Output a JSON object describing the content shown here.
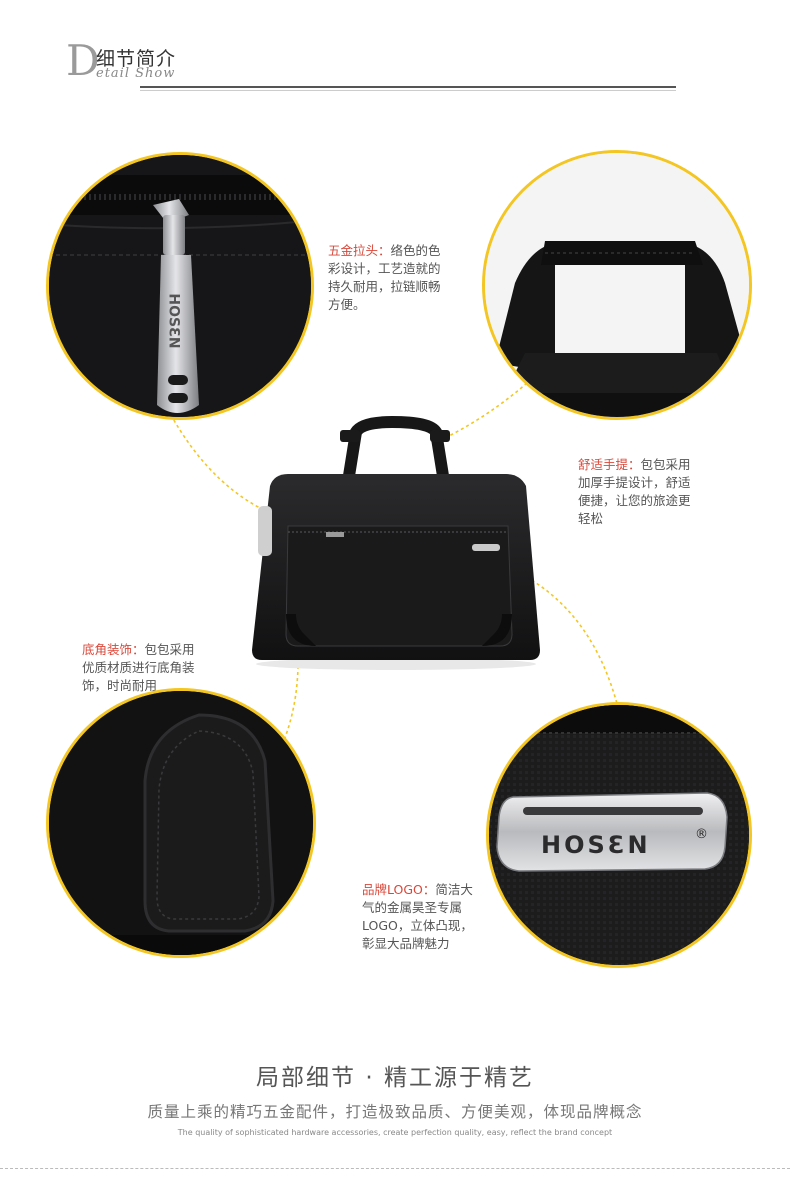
{
  "header": {
    "big_letter": "D",
    "title_cn": "细节简介",
    "title_en": "etail Show"
  },
  "callouts": [
    {
      "highlight": "五金拉头：",
      "lines": [
        "络色的色",
        "彩设计，工艺造就的",
        "持久耐用，拉链顺畅",
        "方便。"
      ]
    },
    {
      "highlight": "舒适手提：",
      "lines": [
        "包包采用",
        "加厚手提设计，舒适",
        "便捷，让您的旅途更",
        "轻松"
      ]
    },
    {
      "highlight": "底角装饰：",
      "lines": [
        "包包采用",
        "优质材质进行底角装",
        "饰，时尚耐用"
      ]
    },
    {
      "highlight": "品牌LOGO：",
      "lines": [
        "简洁大",
        "气的金属昊圣专属",
        "LOGO，立体凸现，",
        "彰显大品牌魅力"
      ]
    }
  ],
  "brand": {
    "zipper_text": "HOSƐN",
    "plate_text": "HOSƐN",
    "plate_mark": "®"
  },
  "footer": {
    "title": "局部细节 · 精工源于精艺",
    "subtitle": "质量上乘的精巧五金配件，打造极致品质、方便美观，体现品牌概念",
    "english": "The quality of sophisticated hardware accessories, create perfection quality, easy, reflect the brand concept"
  },
  "colors": {
    "accent": "#f3c623",
    "highlight": "#d8493b"
  }
}
